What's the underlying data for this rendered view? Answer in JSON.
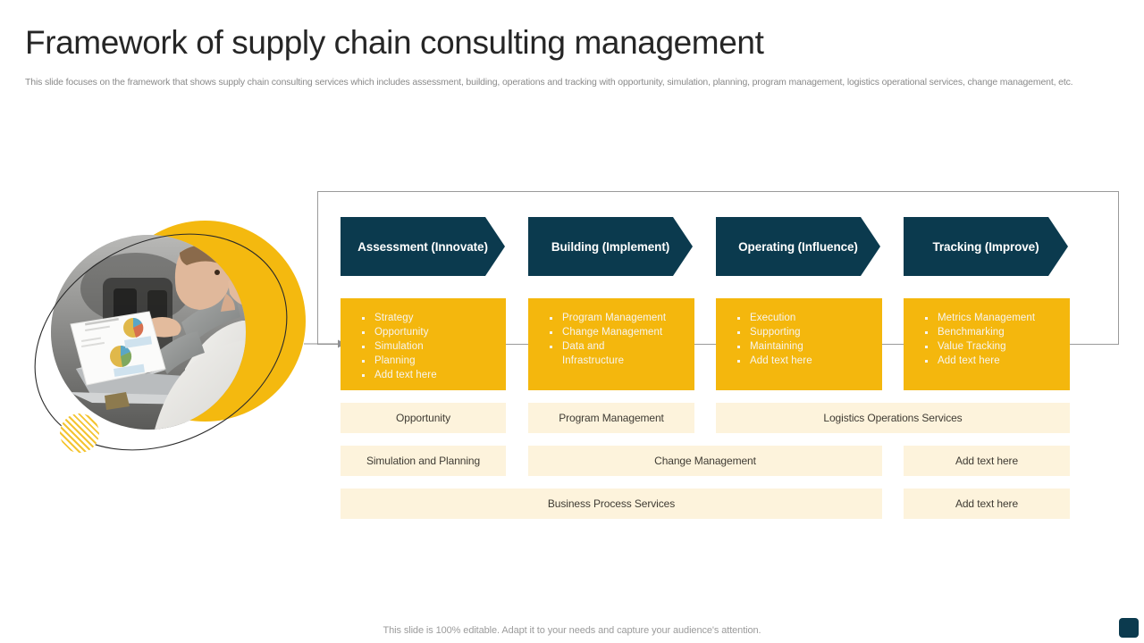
{
  "header": {
    "title": "Framework of supply chain consulting management",
    "subtitle": "This slide focuses on the framework that shows supply chain consulting services which includes assessment, building, operations and tracking with opportunity, simulation, planning, program management, logistics operational services, change management, etc."
  },
  "colors": {
    "navy": "#0B3A4E",
    "yellow": "#F4B70D",
    "cream": "#FDF3DC",
    "frame_border": "#9A9A9A",
    "title_text": "#262626",
    "muted_text": "#8A8A8A"
  },
  "graphic": {
    "photo_alt": "Consultant reviewing printed charts beside a laptop",
    "crescent_name": "yellow-crescent",
    "ring_name": "ellipse-outline",
    "hatch_name": "hatched-circle"
  },
  "columns": [
    {
      "chevron_label": "Assessment (Innovate)",
      "bullets": [
        "Strategy",
        "Opportunity",
        "Simulation",
        "Planning",
        "Add text here"
      ]
    },
    {
      "chevron_label": "Building (Implement)",
      "bullets": [
        "Program Management",
        "Change Management",
        "Data and",
        "Infrastructure"
      ]
    },
    {
      "chevron_label": "Operating (Influence)",
      "bullets": [
        "Execution",
        "Supporting",
        "Maintaining",
        "Add text here"
      ]
    },
    {
      "chevron_label": "Tracking (Improve)",
      "bullets": [
        "Metrics Management",
        "Benchmarking",
        "Value Tracking",
        "Add text here"
      ]
    }
  ],
  "service_rows": [
    {
      "cells": [
        {
          "label": "Opportunity"
        },
        {
          "label": "Program Management"
        },
        {
          "label": "Logistics Operations Services"
        }
      ]
    },
    {
      "cells": [
        {
          "label": "Simulation and Planning"
        },
        {
          "label": "Change Management"
        },
        {
          "label": "Add text here"
        }
      ]
    },
    {
      "cells": [
        {
          "label": "Business Process Services"
        },
        {
          "label": "Add text here"
        }
      ]
    }
  ],
  "footer": {
    "note": "This slide is 100% editable. Adapt it to your needs and capture your audience's attention."
  }
}
